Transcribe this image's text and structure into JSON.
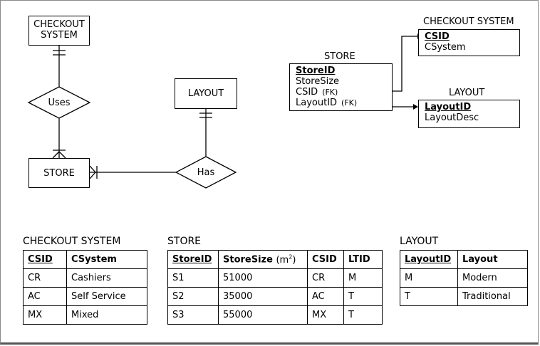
{
  "er": {
    "checkout_system": "CHECKOUT\nSYSTEM",
    "store": "STORE",
    "layout": "LAYOUT",
    "uses": "Uses",
    "has": "Has"
  },
  "relational": {
    "store": {
      "title": "STORE",
      "pk": "StoreID",
      "attrs": [
        "StoreSize",
        "CSID",
        "LayoutID"
      ],
      "fk_label": "(FK)"
    },
    "checkout_system": {
      "title": "CHECKOUT SYSTEM",
      "pk": "CSID",
      "attrs": [
        "CSystem"
      ]
    },
    "layout": {
      "title": "LAYOUT",
      "pk": "LayoutID",
      "attrs": [
        "LayoutDesc"
      ]
    }
  },
  "tables": {
    "checkout_system": {
      "title": "CHECKOUT SYSTEM",
      "headers": [
        "CSID",
        "CSystem"
      ],
      "rows": [
        [
          "CR",
          "Cashiers"
        ],
        [
          "AC",
          "Self Service"
        ],
        [
          "MX",
          "Mixed"
        ]
      ]
    },
    "store": {
      "title": "STORE",
      "headers": [
        "StoreID",
        "StoreSize",
        "CSID",
        "LTID"
      ],
      "size_unit": "(m",
      "size_unit_sup": "2",
      "size_unit_close": ")",
      "rows": [
        [
          "S1",
          "51000",
          "CR",
          "M"
        ],
        [
          "S2",
          "35000",
          "AC",
          "T"
        ],
        [
          "S3",
          "55000",
          "MX",
          "T"
        ]
      ]
    },
    "layout": {
      "title": "LAYOUT",
      "headers": [
        "LayoutID",
        "Layout"
      ],
      "rows": [
        [
          "M",
          "Modern"
        ],
        [
          "T",
          "Traditional"
        ]
      ]
    }
  }
}
